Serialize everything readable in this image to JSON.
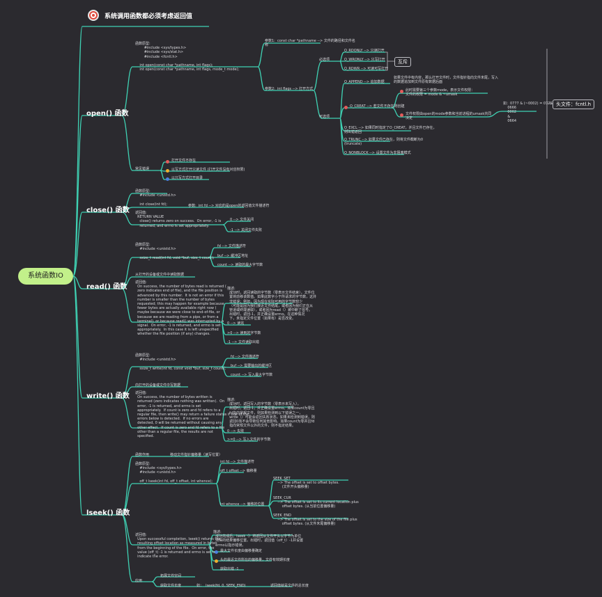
{
  "title": "系统调用函数都必须考虑返回值",
  "root": "系统函数IO",
  "colors": {
    "line": "#3fd2b4",
    "root": "#c2f08a",
    "bg": "#2b2a2f"
  },
  "open": {
    "label": "open() 函数",
    "header": "函数原型:\n        #include <sys/types.h>\n        #include <sys/stat.h>\n        #include <fcntl.h>\n\n    int open(const char *pathname, int flags);\n    int open(const char *pathname, int flags, mode_t mode);",
    "param1": "参数1:  const char *pathname --> 文件的路径和文件名\n称",
    "param2": "参数2:  int flags --> 打开方式",
    "required": "必选项",
    "rdonly": "O_RDONLY --> 只读打开",
    "wronly": "O_WRONLY --> 只写打开",
    "rdwr": "O_RDWR --> 可读可写打开",
    "mutex": "互斥",
    "optional": "可选项",
    "append": "O_APPEND --> 追加数据",
    "append_note": "如果文件中有内容，那么打开文件时，文件指针指向文件末尾，写入\n的数据追加到文件原有数据后面",
    "creat": "O_CREAT --> 若文件不存在则创建",
    "creat_note1": "此时需要第三个参数mode，表示文件权限：\n文件的权限 = mode & ~umask",
    "creat_note2": "文件权限由open的mode参数和当前进程的umask共同\n决定",
    "perm_values": "如：0777 & (~0002) = 0775\n    0666\n    0002\n    &\n    0664",
    "excl": "O_EXCL --> 如果同时指定了O_CREAT，并且文件已存在，\n则出错返回",
    "trunc": "O_TRUNC --> 如果文件已存在，则将文件截断为0\n(truncate)",
    "nonblock": "O_NONBLOCK --> 设置文件为非阻塞模式",
    "flags_header": "头文件：fcntl.h",
    "ret": "常见错误",
    "ret1": "打开文件不存在",
    "ret2": "以写方式打开只读文件 (打开文件没有对应权限)",
    "ret3": "以只写方式打开目录"
  },
  "close": {
    "label": "close() 函数",
    "proto": "函数原型:\n    #include <unistd.h>\n\n    int close(int fd);",
    "param": "参数:  int fd --> 对应的是open的返回值文件描述符",
    "retdesc": "返回值:\n  RETURN VALUE\n    close() returns zero on success.  On error, -1 is\n    returned, and errno is set appropriately.",
    "ok": "0 --> 文件关闭",
    "err": "-1 --> 关闭文件失败"
  },
  "read": {
    "label": "read() 函数",
    "proto": "函数原型:\n    #include <unistd.h>\n\n    ssize_t read(int fd, void *buf, size_t count);",
    "p1": "fd --> 文件描述符",
    "p2": "buf --> 缓冲区地址",
    "p3": "count --> 读取的最大字节数",
    "desc": "从打开的设备或文件中读取数据",
    "retdesc": "返回值:\n  On success, the number of bytes read is returned (\n  zero indicates end of file), and the file position is\n  advanced by this number.  It is not an error if this\n  number is smaller than the number of bytes\n  requested; this may happen for example because\n  fewer bytes are actually available right now (\n  maybe because we were close to end-of-file, or\n  because we are reading from a pipe, or from a\n  terminal), or because read() was interrupted by a\n  signal.  On error, -1 is returned, and errno is set\n  appropriately.  In this case it is left unspecified\n  whether the file position (if any) changes.",
    "note": "描述:\n  成功时，返回读取的字节数（零表示文件结束），文件位\n  置将前移该数值。如果此数字小于所请求的字节数，这并\n  非错误；例如，因为现在实际可用的字节数较少\n  （可能是因为我们接近文件结尾，或者因为我们正在从\n  管道或终端读取），或者因为read（）被中断了信号。\n  出错时，返回-1，并正确设置errno。在这种情况\n  下，未指定文件位置（如果有）是否改变。",
    "r1": "0 --> 读完",
    "r2": ">0 --> 读到的字节数",
    "r3": "-1 --> 文件读取出错"
  },
  "write": {
    "label": "write() 函数",
    "proto": "函数原型:\n    #include <unistd.h>\n\n    ssize_t write(int fd, const void *buf, size_t count);",
    "p1": "fd --> 文件描述符",
    "p2": "buf --> 需要输出的缓冲区",
    "p3": "count --> 写入最大字节数",
    "desc": "向打开的设备或文件中写数据",
    "retdesc": "返回值:\n  On success, the number of bytes written is\n  returned (zero indicates nothing was written).  On\n  error, -1 is returned, and errno is set\n  appropriately.  If count is zero and fd refers to a\n  regular file, then write() may return a failure status if one of the\n  errors below is detected.  If no errors are\n  detected, 0 will be returned without causing any\n  other effect.  If count is zero and fd refers to a file\n  other than a regular file, the results are not\n  specified.",
    "note": "描述:\n  成功时，返回写入的字节数（零表示未写入）。\n  出错时，返回-1，并正确设置errno。如果count为零且\n  fd指向常规文件，则如果检测到以下错误之一，\n  write（）可能会返回失败状态。如果未检测到错误，则\n  返回0而不会导致任何其他影响。如果count为零并且fd\n  指向常规文件以外的文件，则不指定结果。",
    "r1": "0 --> 失败",
    "r2": ">=0 --> 写入文件的字节数"
  },
  "lseek": {
    "label": "lseek() 函数",
    "role": "函数作用",
    "role_v": "移动文件指针偏移量（读写位置）",
    "proto": "函数原型:\n    #include <sys/types.h>\n    #include <unistd.h>\n\n    off_t lseek(int fd, off_t offset, int whence);",
    "p1": "int fd --> 文件描述符",
    "p2": "off_t offset --> 偏移量",
    "p3": "int whence --> 偏移的位置",
    "set": "SEEK_SET\n    --> The offset is set to offset bytes.\n        (文件开头偏移量)",
    "cur": "SEEK_CUR\n    --> The offset is set to its current location plus\n        offset bytes. (从当前位置偏移量)",
    "end": "SEEK_END\n    --> The offset is set to the size of the file plus\n        offset bytes. (从文件末尾偏移量)",
    "retdesc": "返回值:\n  Upon successful completion, lseek() returns the\n  resulting offset location as measured in bytes\n  from the beginning of the file.  On error, the\n  value (off_t) -1 is returned and errno is set to\n  indicate the error.",
    "note": "描述:\n  成功完成后，lseek（）将返回从文件开头以字节为单位\n  测得的结果偏移位置。出错时，返回值（off_t）-1并设置\n  errno以指示错误。",
    "r1": "最大文件长度由偏移量确定",
    "r2": "头的最近文件所在的偏移量，文件有效期长度",
    "r3": "获取出错 -1",
    "use": "应用",
    "use1": "拓展文件空间",
    "use2": "获取文件长度",
    "use2_ex": "如：  lseek(fd, 0, SEEK_END)",
    "use2_note": "返回值就是文件的总长度"
  }
}
